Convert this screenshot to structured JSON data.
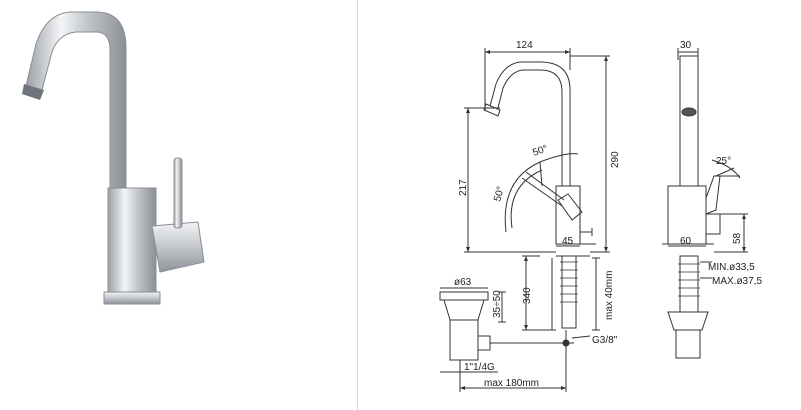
{
  "product_photo": {
    "kind": "faucet"
  },
  "front_view": {
    "spout_reach": "124",
    "total_height": "290",
    "spout_height": "217",
    "lever_angle_top": "50°",
    "lever_angle_side": "50°",
    "body_width": "45",
    "below_deck": "340",
    "max_deck": "max 40mm",
    "thread": "G3/8\""
  },
  "drain": {
    "diameter": "ø63",
    "height_range": "35÷50",
    "outlet_thread": "1\"1/4G",
    "max_rod": "max 180mm"
  },
  "side_view": {
    "top_width": "30",
    "lever_angle": "25°",
    "base_width": "60",
    "lever_height": "58",
    "min_hole": "MIN.ø33,5",
    "max_hole": "MAX.ø37,5"
  },
  "colors": {
    "line": "#333333",
    "chrome": "#c9cdd1",
    "divider": "#d8d8d8"
  }
}
